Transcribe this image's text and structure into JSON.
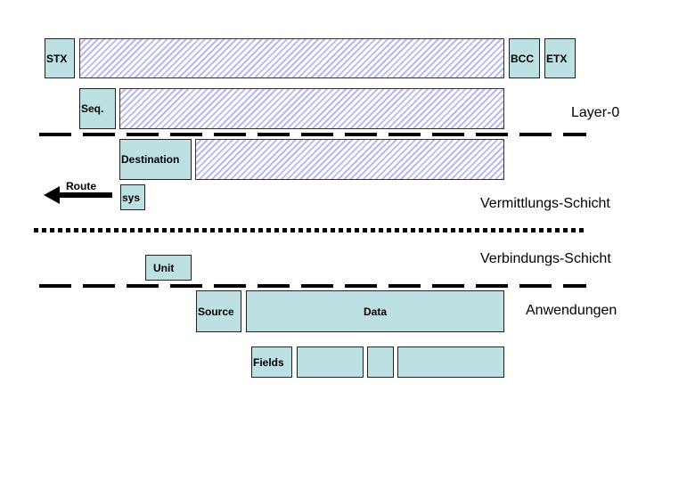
{
  "frame": {
    "stx": "STX",
    "bcc": "BCC",
    "etx": "ETX",
    "seq": "Seq.",
    "destination": "Destination",
    "sys": "sys",
    "unit": "Unit",
    "source": "Source",
    "data": "Data",
    "fields": "Fields"
  },
  "route": {
    "label": "Route",
    "direction": "left"
  },
  "layers": {
    "layer0": "Layer-0",
    "vermittlung": "Vermittlungs-Schicht",
    "verbindung": "Verbindungs-Schicht",
    "anwendungen": "Anwendungen"
  },
  "colors": {
    "field_fill": "#bde0e3",
    "hatch_stripe": "#b6b8ee",
    "line": "#000000"
  }
}
